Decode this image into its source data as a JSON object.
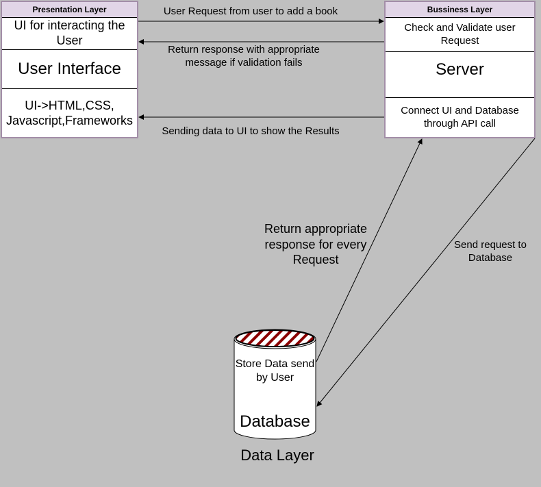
{
  "presentation": {
    "header": "Presentation Layer",
    "ui_desc": "UI for interacting the User",
    "title": "User Interface",
    "tech": "UI->HTML,CSS, Javascript,Frameworks"
  },
  "business": {
    "header": "Bussiness Layer",
    "validate": "Check and Validate user Request",
    "title": "Server",
    "connect": "Connect UI and Database through API call"
  },
  "arrows": {
    "user_request": "User Request from user to add a book",
    "return_response": "Return response with appropriate message if validation fails",
    "sending_data": "Sending data to UI to show the Results",
    "return_every": "Return appropriate response for every Request",
    "send_to_db": "Send request to Database"
  },
  "database": {
    "store": "Store Data send by User",
    "title": "Database",
    "layer": "Data Layer"
  },
  "colors": {
    "background": "#c0c0c0",
    "header_fill": "#e1d5e7",
    "box_border": "#a38ea8",
    "db_hatch": "#8b0000"
  }
}
